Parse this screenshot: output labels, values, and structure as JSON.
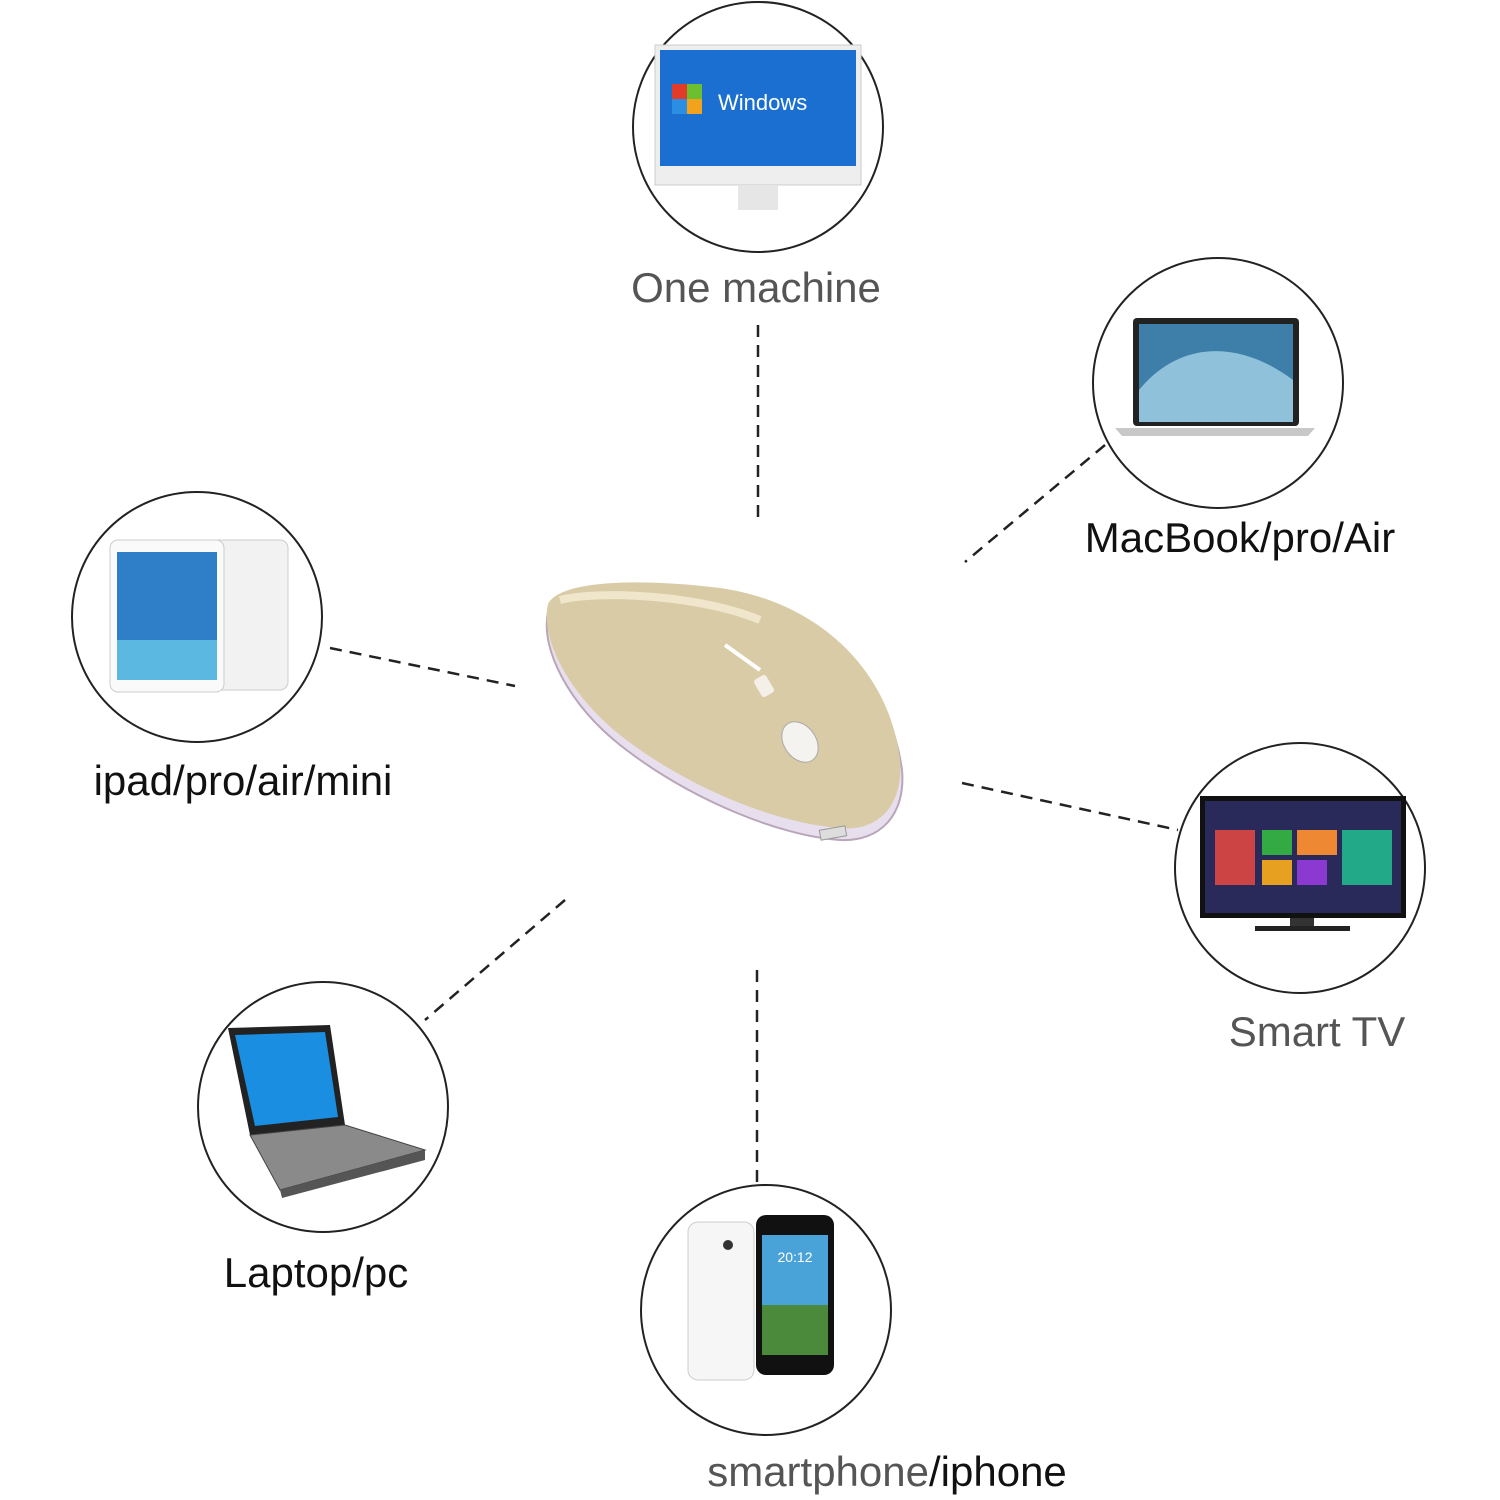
{
  "center_device": {
    "icon": "wireless-mouse",
    "color": "#d8c9a4"
  },
  "devices": [
    {
      "label": "One machine",
      "icon": "desktop-monitor-icon",
      "screen_text": "Windows"
    },
    {
      "label": "MacBook/pro/Air",
      "icon": "macbook-icon"
    },
    {
      "label": "ipad/pro/air/mini",
      "icon": "ipad-icon"
    },
    {
      "label": "Smart TV",
      "icon": "smart-tv-icon"
    },
    {
      "label": "Laptop/pc",
      "icon": "laptop-icon"
    },
    {
      "label_part1": "smartphone",
      "label_part2": "/iphone",
      "icon": "smartphone-icon",
      "screen_text": "20:12"
    }
  ]
}
